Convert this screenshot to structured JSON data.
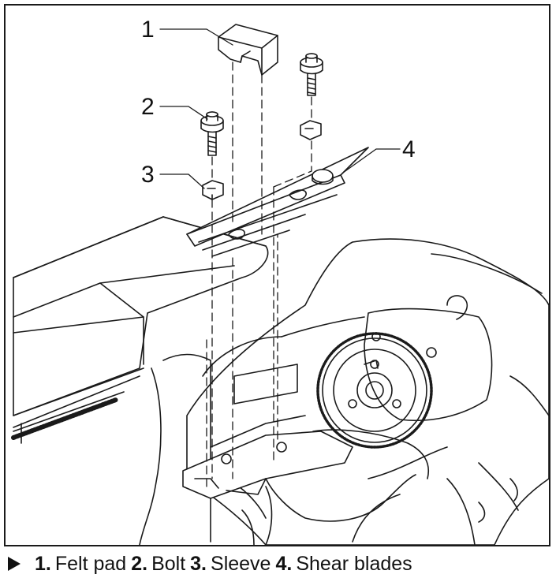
{
  "figure": {
    "callouts": [
      {
        "number": "1",
        "part": "felt-pad"
      },
      {
        "number": "2",
        "part": "bolt"
      },
      {
        "number": "3",
        "part": "sleeve"
      },
      {
        "number": "4",
        "part": "shear-blades"
      }
    ]
  },
  "caption": {
    "marker_icon": "triangle-right-icon",
    "items": [
      {
        "number": "1.",
        "label": "Felt pad"
      },
      {
        "number": "2.",
        "label": "Bolt"
      },
      {
        "number": "3.",
        "label": "Sleeve"
      },
      {
        "number": "4.",
        "label": "Shear blades"
      }
    ]
  }
}
